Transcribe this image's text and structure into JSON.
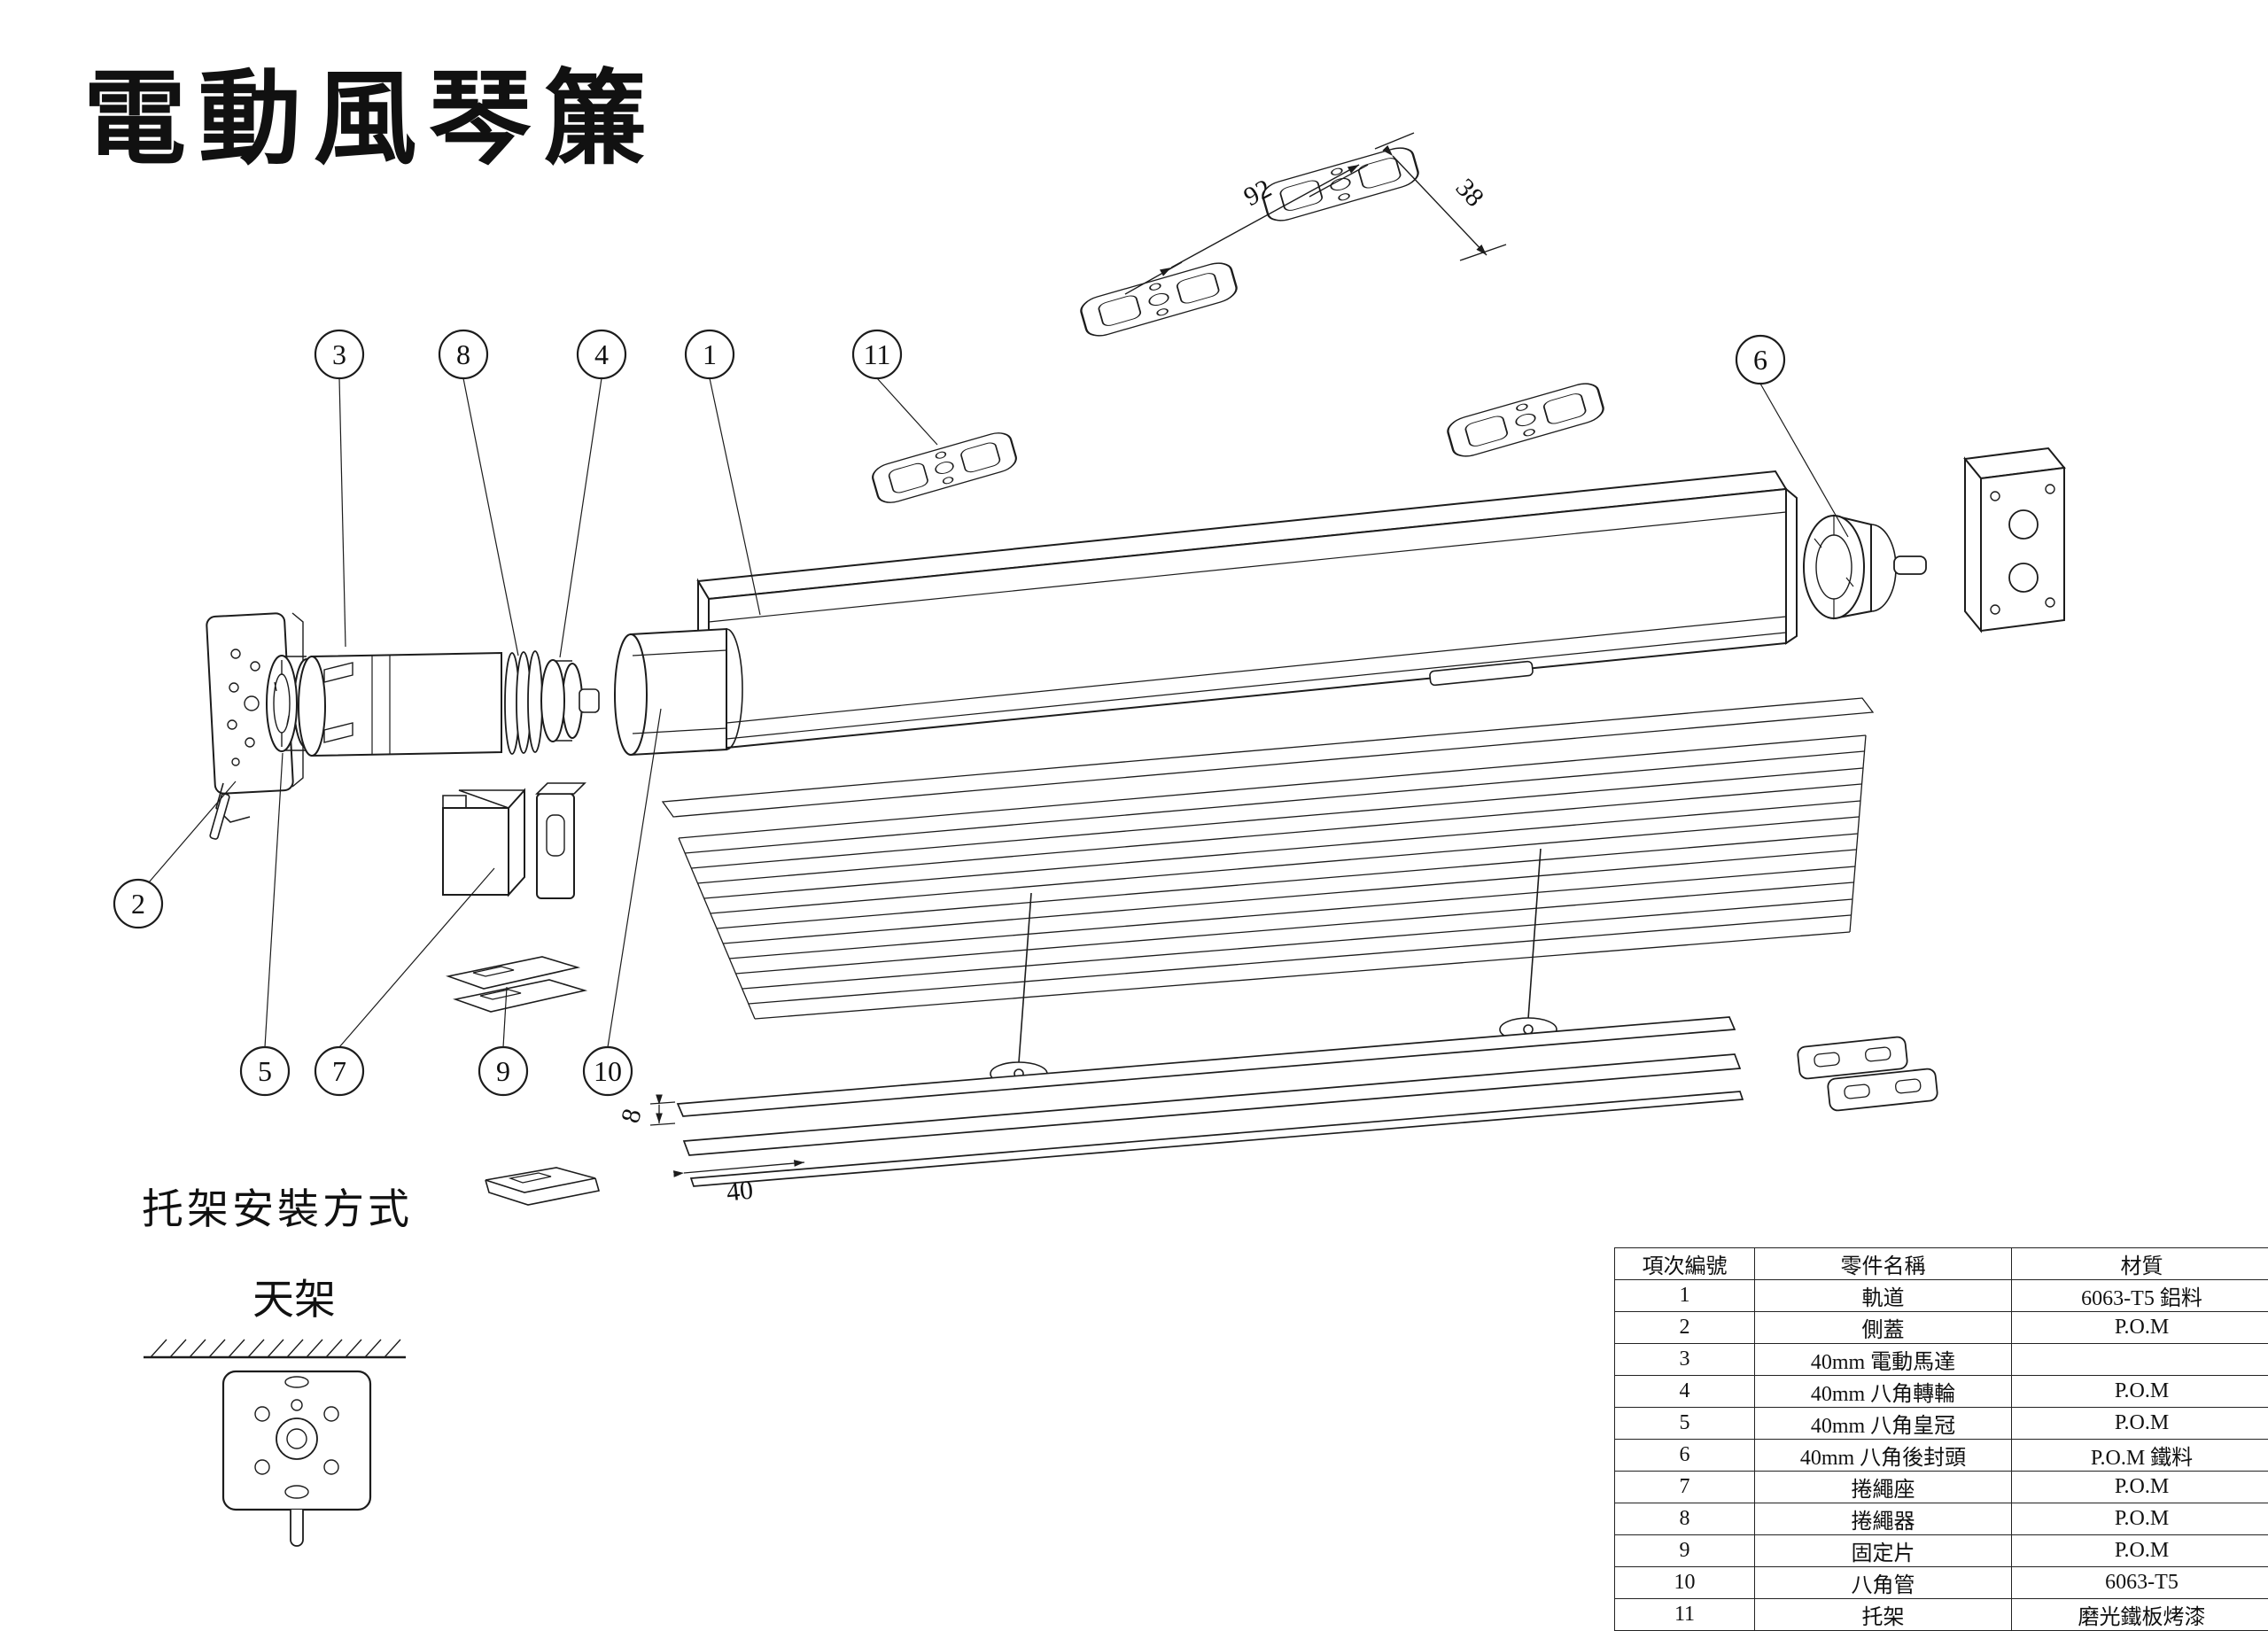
{
  "title": "電動風琴簾",
  "diagram": {
    "balloons": [
      "1",
      "2",
      "3",
      "4",
      "5",
      "6",
      "7",
      "8",
      "9",
      "10",
      "11"
    ],
    "dims": {
      "bracket_width": "92",
      "bracket_depth": "38",
      "rail_height": "8",
      "rail_width": "40"
    }
  },
  "install": {
    "heading": "托架安裝方式",
    "subheading": "天架"
  },
  "table": {
    "headers": [
      "項次編號",
      "零件名稱",
      "材質"
    ],
    "rows": [
      [
        "1",
        "軌道",
        "6063-T5 鋁料"
      ],
      [
        "2",
        "側蓋",
        "P.O.M"
      ],
      [
        "3",
        "40mm 電動馬達",
        ""
      ],
      [
        "4",
        "40mm 八角轉輪",
        "P.O.M"
      ],
      [
        "5",
        "40mm 八角皇冠",
        "P.O.M"
      ],
      [
        "6",
        "40mm 八角後封頭",
        "P.O.M 鐵料"
      ],
      [
        "7",
        "捲繩座",
        "P.O.M"
      ],
      [
        "8",
        "捲繩器",
        "P.O.M"
      ],
      [
        "9",
        "固定片",
        "P.O.M"
      ],
      [
        "10",
        "八角管",
        "6063-T5"
      ],
      [
        "11",
        "托架",
        "磨光鐵板烤漆"
      ]
    ]
  },
  "colors": {
    "line": "#1c1c1c",
    "background": "#ffffff"
  }
}
